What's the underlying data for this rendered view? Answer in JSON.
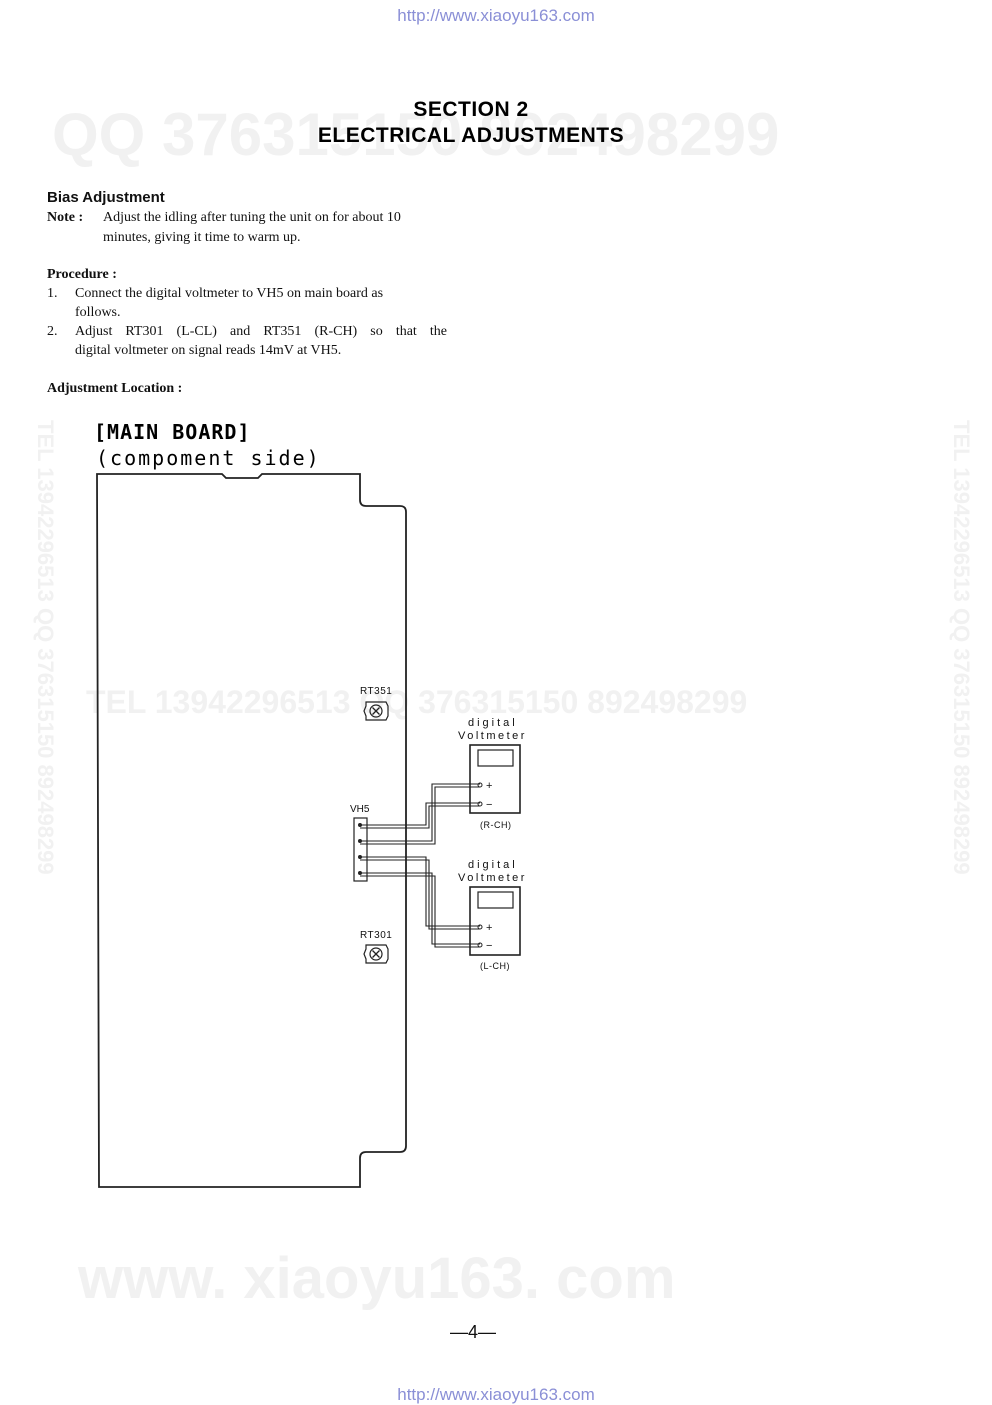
{
  "header_url": "http://www.xiaoyu163.com",
  "footer_url": "http://www.xiaoyu163.com",
  "watermarks": {
    "top": "QQ 376315150  892498299",
    "middle": "TEL 13942296513   QQ 376315150  892498299",
    "left_vertical": "TEL 13942296513  QQ 376315150  892498299",
    "right_vertical": "TEL 13942296513  QQ 376315150  892498299",
    "bottom": "www. xiaoyu163. com"
  },
  "section": {
    "number": "SECTION 2",
    "title": "ELECTRICAL ADJUSTMENTS"
  },
  "bias": {
    "heading": "Bias Adjustment",
    "note_label": "Note :",
    "note_line1": "Adjust the idling after tuning the unit on for about 10",
    "note_line2": "minutes, giving it time to warm up."
  },
  "procedure": {
    "heading": "Procedure :",
    "steps": [
      {
        "num": "1.",
        "line1": "Connect the digital voltmeter to VH5 on main board as",
        "line2": "follows."
      },
      {
        "num": "2.",
        "line1": "Adjust RT301 (L-CL) and RT351 (R-CH) so that the",
        "line2": "digital voltmeter on signal reads 14mV at VH5."
      }
    ]
  },
  "location_heading": "Adjustment Location :",
  "diagram": {
    "board_title": "[MAIN BOARD]",
    "board_subtitle": "(compoment side)",
    "rt351": "RT351",
    "rt301": "RT301",
    "vh5": "VH5",
    "meter_r": {
      "label1": "digital",
      "label2": "Voltmeter",
      "plus": "+",
      "minus": "−",
      "channel": "(R-CH)"
    },
    "meter_l": {
      "label1": "digital",
      "label2": "Voltmeter",
      "plus": "+",
      "minus": "−",
      "channel": "(L-CH)"
    }
  },
  "page_number": "—4—"
}
